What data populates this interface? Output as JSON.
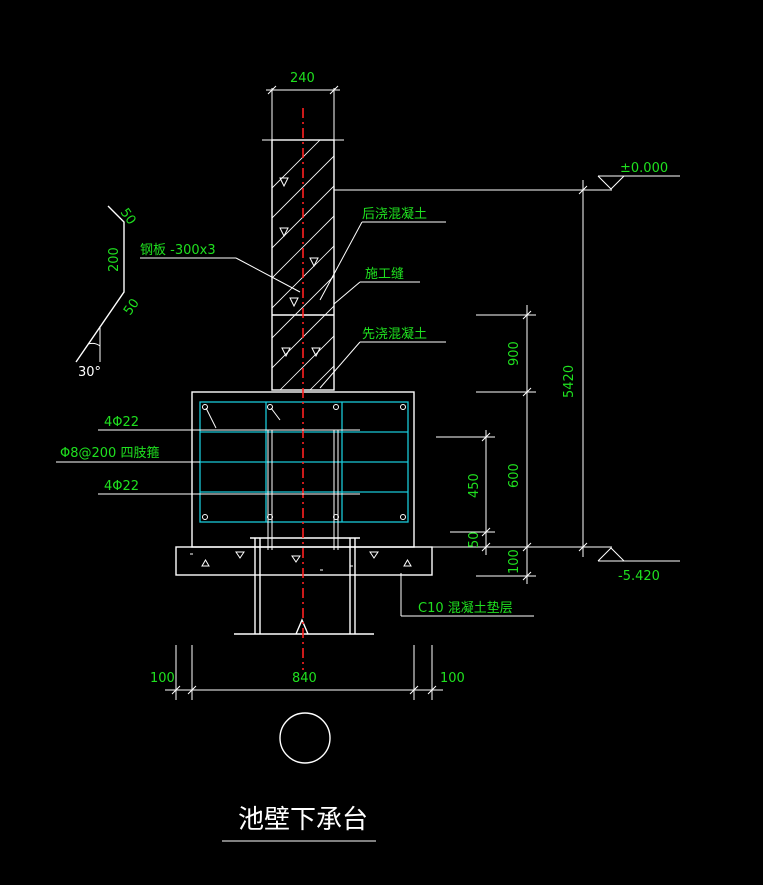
{
  "dimensions": {
    "wall_width": "240",
    "base_width": "840",
    "left_offset": "100",
    "right_offset": "100",
    "total_height": "5420",
    "h_900": "900",
    "h_600": "600",
    "h_450": "450",
    "h_50": "50",
    "h_100": "100"
  },
  "levels": {
    "top": "±0.000",
    "bottom": "-5.420"
  },
  "labels": {
    "post_pour": "后浇混凝土",
    "steel_plate": "钢板 -300x3",
    "construction_joint": "施工缝",
    "pre_pour": "先浇混凝土",
    "rebar_top": "4Φ22",
    "stirrup": "Φ8@200  四肢箍",
    "rebar_bottom": "4Φ22",
    "cushion": "C10  混凝土垫层"
  },
  "plate_detail": {
    "top": "50",
    "middle": "200",
    "bottom": "50",
    "angle": "30°"
  },
  "title": "池壁下承台"
}
